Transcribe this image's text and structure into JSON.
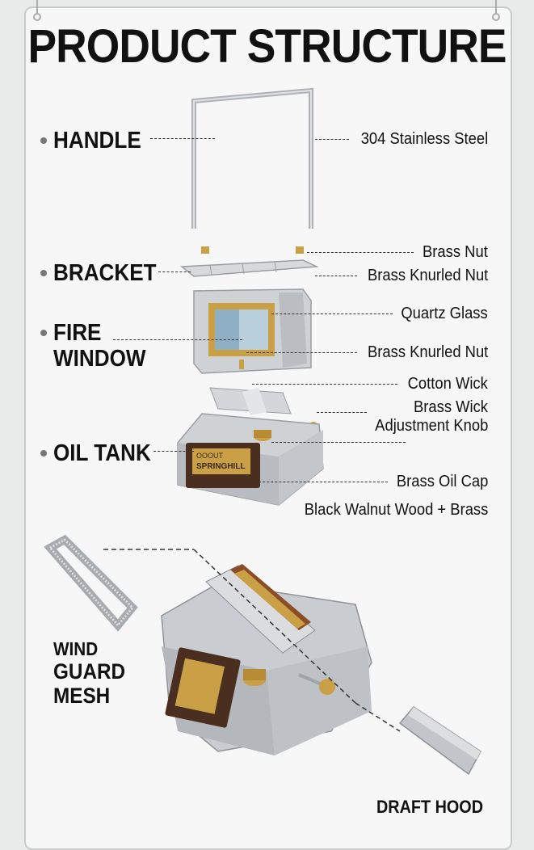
{
  "title": "PRODUCT STRUCTURE",
  "sections": {
    "handle": "HANDLE",
    "bracket": "BRACKET",
    "fire_window_line1": "FIRE",
    "fire_window_line2": "WINDOW",
    "oil_tank": "OIL TANK"
  },
  "labels": {
    "handle_material": "304 Stainless Steel",
    "brass_nut": "Brass Nut",
    "brass_knurled_nut_1": "Brass Knurled Nut",
    "quartz_glass": "Quartz Glass",
    "brass_knurled_nut_2": "Brass Knurled Nut",
    "cotton_wick": "Cotton Wick",
    "brass_wick_line1": "Brass Wick",
    "brass_wick_line2": "Adjustment Knob",
    "brass_oil_cap": "Brass Oil Cap",
    "walnut_wood": "Black Walnut Wood + Brass"
  },
  "bottom_labels": {
    "wind_guard_line1": "WIND",
    "wind_guard_line2": "GUARD",
    "wind_guard_line3": "MESH",
    "draft_hood": "DRAFT HOOD"
  },
  "brand_plate": {
    "line1": "OOOUT",
    "line2": "SPRINGHILL"
  },
  "colors": {
    "background": "#f7f7f7",
    "steel": "#c8cbce",
    "brass": "#c9a046",
    "walnut": "#4a2e1f",
    "text": "#111111"
  }
}
